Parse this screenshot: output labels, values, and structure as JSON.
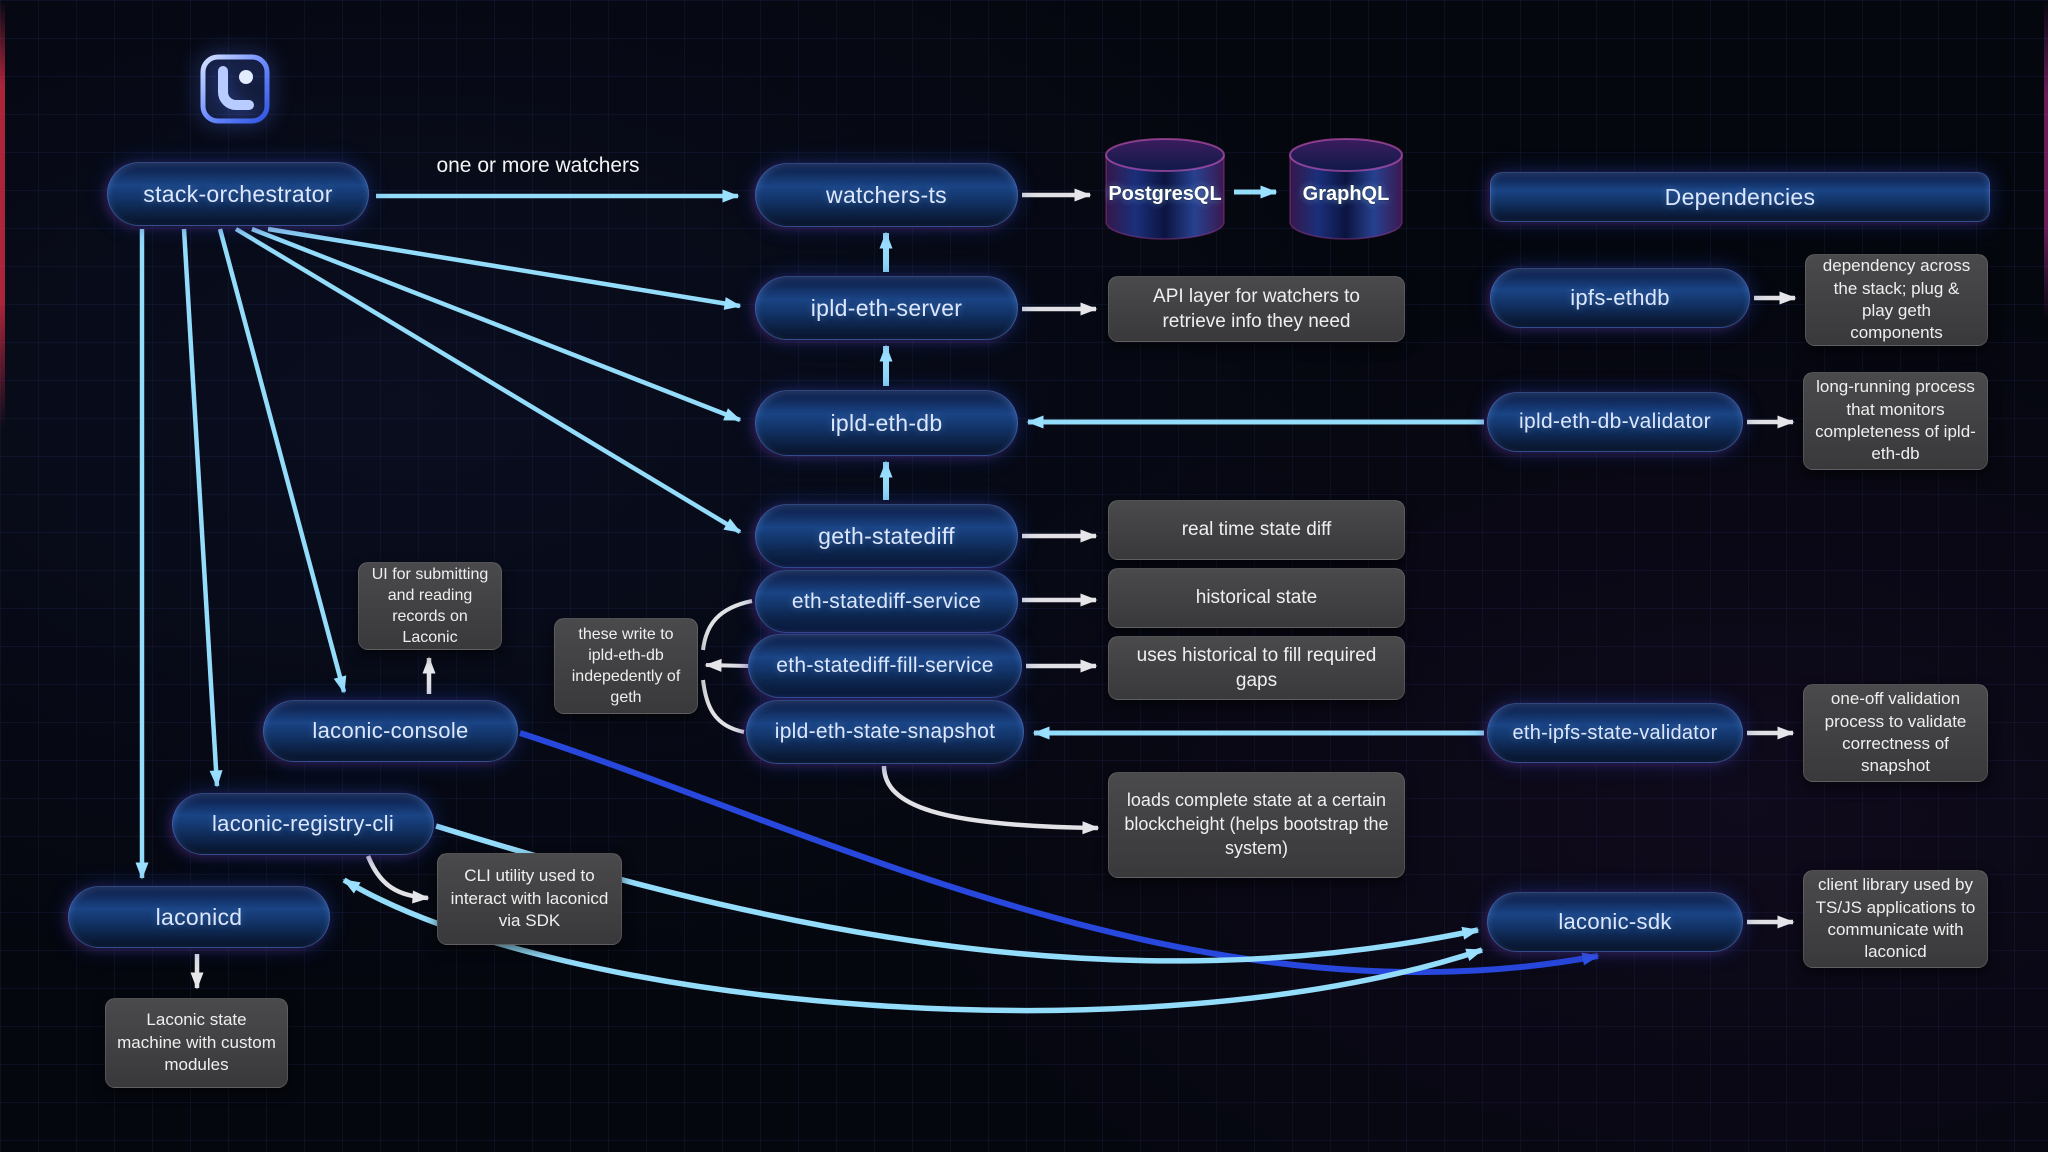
{
  "colors": {
    "accent_cyan": "#93dcfa",
    "accent_blue": "#2847dd",
    "arrow_white": "#e2e2e6",
    "node_fill": "#123468",
    "annotation_fill": "#3f3f41",
    "background": "#05070f"
  },
  "icons": {
    "logo": "laconic-logo"
  },
  "edge_labels": {
    "watchers": "one or more watchers"
  },
  "nodes": {
    "stack_orchestrator": {
      "label": "stack-orchestrator"
    },
    "watchers_ts": {
      "label": "watchers-ts"
    },
    "postgresql": {
      "label": "PostgresQL"
    },
    "graphql": {
      "label": "GraphQL"
    },
    "dependencies": {
      "label": "Dependencies"
    },
    "ipld_eth_server": {
      "label": "ipld-eth-server"
    },
    "ipfs_ethdb": {
      "label": "ipfs-ethdb"
    },
    "ipld_eth_db": {
      "label": "ipld-eth-db"
    },
    "ipld_eth_db_validator": {
      "label": "ipld-eth-db-validator"
    },
    "geth_statediff": {
      "label": "geth-statediff"
    },
    "eth_statediff_service": {
      "label": "eth-statediff-service"
    },
    "eth_statediff_fill_service": {
      "label": "eth-statediff-fill-service"
    },
    "ipld_eth_state_snapshot": {
      "label": "ipld-eth-state-snapshot"
    },
    "eth_ipfs_state_validator": {
      "label": "eth-ipfs-state-validator"
    },
    "laconic_console": {
      "label": "laconic-console"
    },
    "laconic_registry_cli": {
      "label": "laconic-registry-cli"
    },
    "laconicd": {
      "label": "laconicd"
    },
    "laconic_sdk": {
      "label": "laconic-sdk"
    }
  },
  "annotations": {
    "api_layer": {
      "text": "API layer for watchers to retrieve info they need"
    },
    "dependency_across": {
      "text": "dependency across the stack; plug & play geth components"
    },
    "long_running": {
      "text": "long-running process that monitors completeness of ipld-eth-db"
    },
    "real_time": {
      "text": "real time state diff"
    },
    "historical": {
      "text": "historical state"
    },
    "fill_gaps": {
      "text": "uses historical to fill required gaps"
    },
    "ui_console": {
      "text": "UI for submitting and reading records on Laconic"
    },
    "write_independent": {
      "text": "these write to ipld-eth-db indepedently of geth"
    },
    "one_off": {
      "text": "one-off validation process to validate correctness of snapshot"
    },
    "loads_state": {
      "text": "loads complete state at a certain blockcheight (helps bootstrap the system)"
    },
    "cli_utility": {
      "text": "CLI utility used to interact with laconicd via SDK"
    },
    "client_library": {
      "text": "client library used by TS/JS applications to communicate with laconicd"
    },
    "state_machine": {
      "text": "Laconic state machine with custom modules"
    }
  }
}
